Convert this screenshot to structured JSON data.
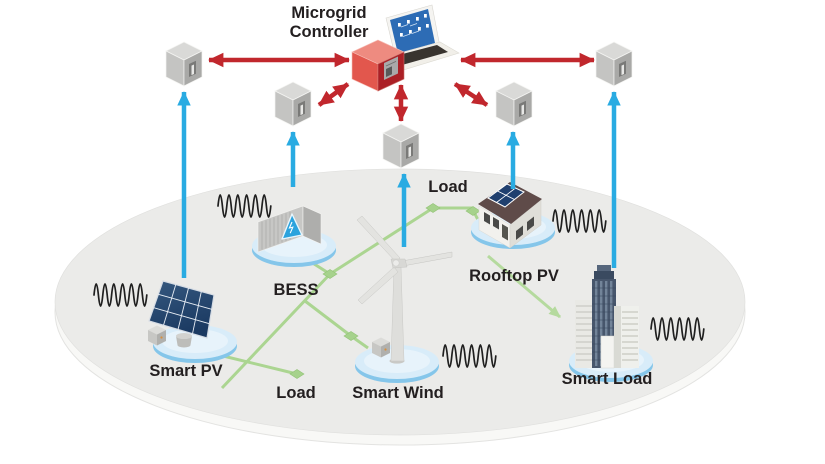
{
  "labels": {
    "controller": "Microgrid Controller",
    "smart_pv": "Smart PV",
    "bess": "BESS",
    "smart_wind": "Smart Wind",
    "rooftop_pv": "Rooftop PV",
    "smart_load": "Smart Load",
    "load_top": "Load",
    "load_bottom": "Load"
  },
  "components": [
    {
      "id": "smart_pv",
      "label": "Smart PV",
      "icon": "solar-panel-icon"
    },
    {
      "id": "bess",
      "label": "BESS",
      "icon": "battery-container-icon"
    },
    {
      "id": "smart_wind",
      "label": "Smart Wind",
      "icon": "wind-turbine-icon"
    },
    {
      "id": "rooftop_pv",
      "label": "Rooftop PV",
      "icon": "house-rooftop-solar-icon"
    },
    {
      "id": "smart_load",
      "label": "Smart Load",
      "icon": "city-buildings-icon"
    },
    {
      "id": "load_top",
      "label": "Load",
      "icon": "power-node-icon"
    },
    {
      "id": "load_bottom",
      "label": "Load",
      "icon": "power-node-icon"
    }
  ],
  "controller": {
    "label": "Microgrid Controller",
    "icons": [
      "laptop-icon",
      "controller-cabinet-icon"
    ]
  },
  "smart_meters": {
    "count": 5,
    "icon": "smart-meter-cube-icon"
  },
  "colors": {
    "control_link_red": "#c1272d",
    "measurement_link_blue": "#29abe2",
    "power_line_green": "#abd591",
    "platform_blue": "#d8ecf9",
    "microgrid_field_gray": "#ebebe9"
  }
}
